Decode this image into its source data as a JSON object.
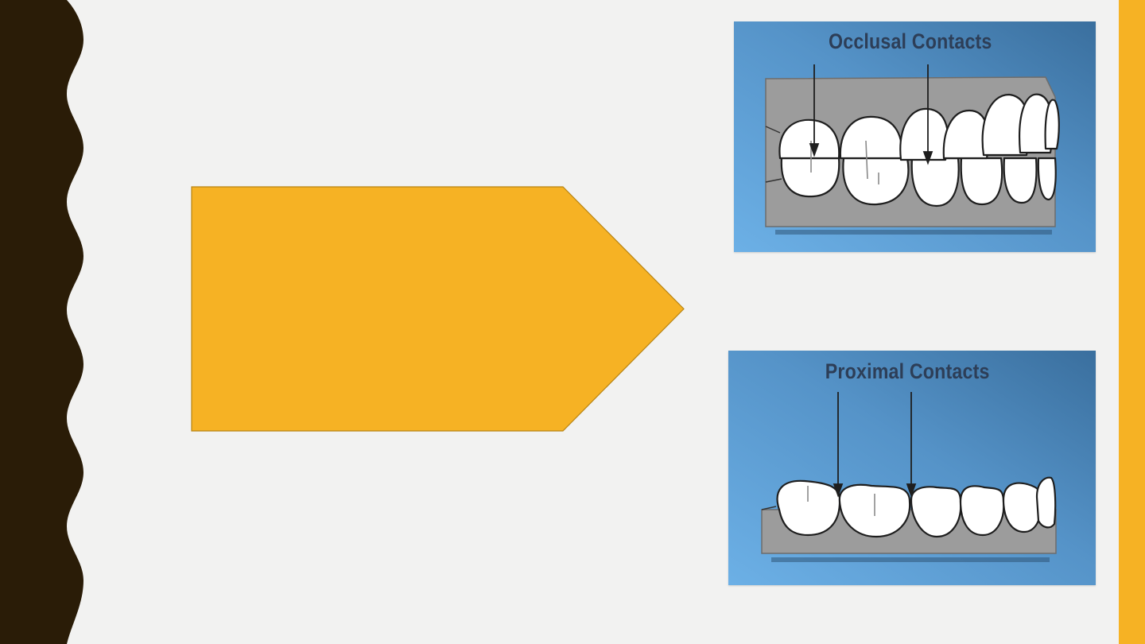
{
  "slide": {
    "colors": {
      "background": "#f2f2f1",
      "border_dark": "#2a1c07",
      "accent": "#f6b224",
      "panel_blue_light": "#6cb0e6",
      "panel_blue_dark": "#3a6f9e",
      "gum_gray": "#9c9c9c",
      "label_color": "#2d3e57"
    },
    "arrow": {
      "icon": "pentagon-arrow-right",
      "label": ""
    },
    "illustrations": [
      {
        "id": "occlusal",
        "label": "Occlusal Contacts",
        "icon": "teeth-occlusal-illustration"
      },
      {
        "id": "proximal",
        "label": "Proximal Contacts",
        "icon": "teeth-proximal-illustration"
      }
    ]
  }
}
